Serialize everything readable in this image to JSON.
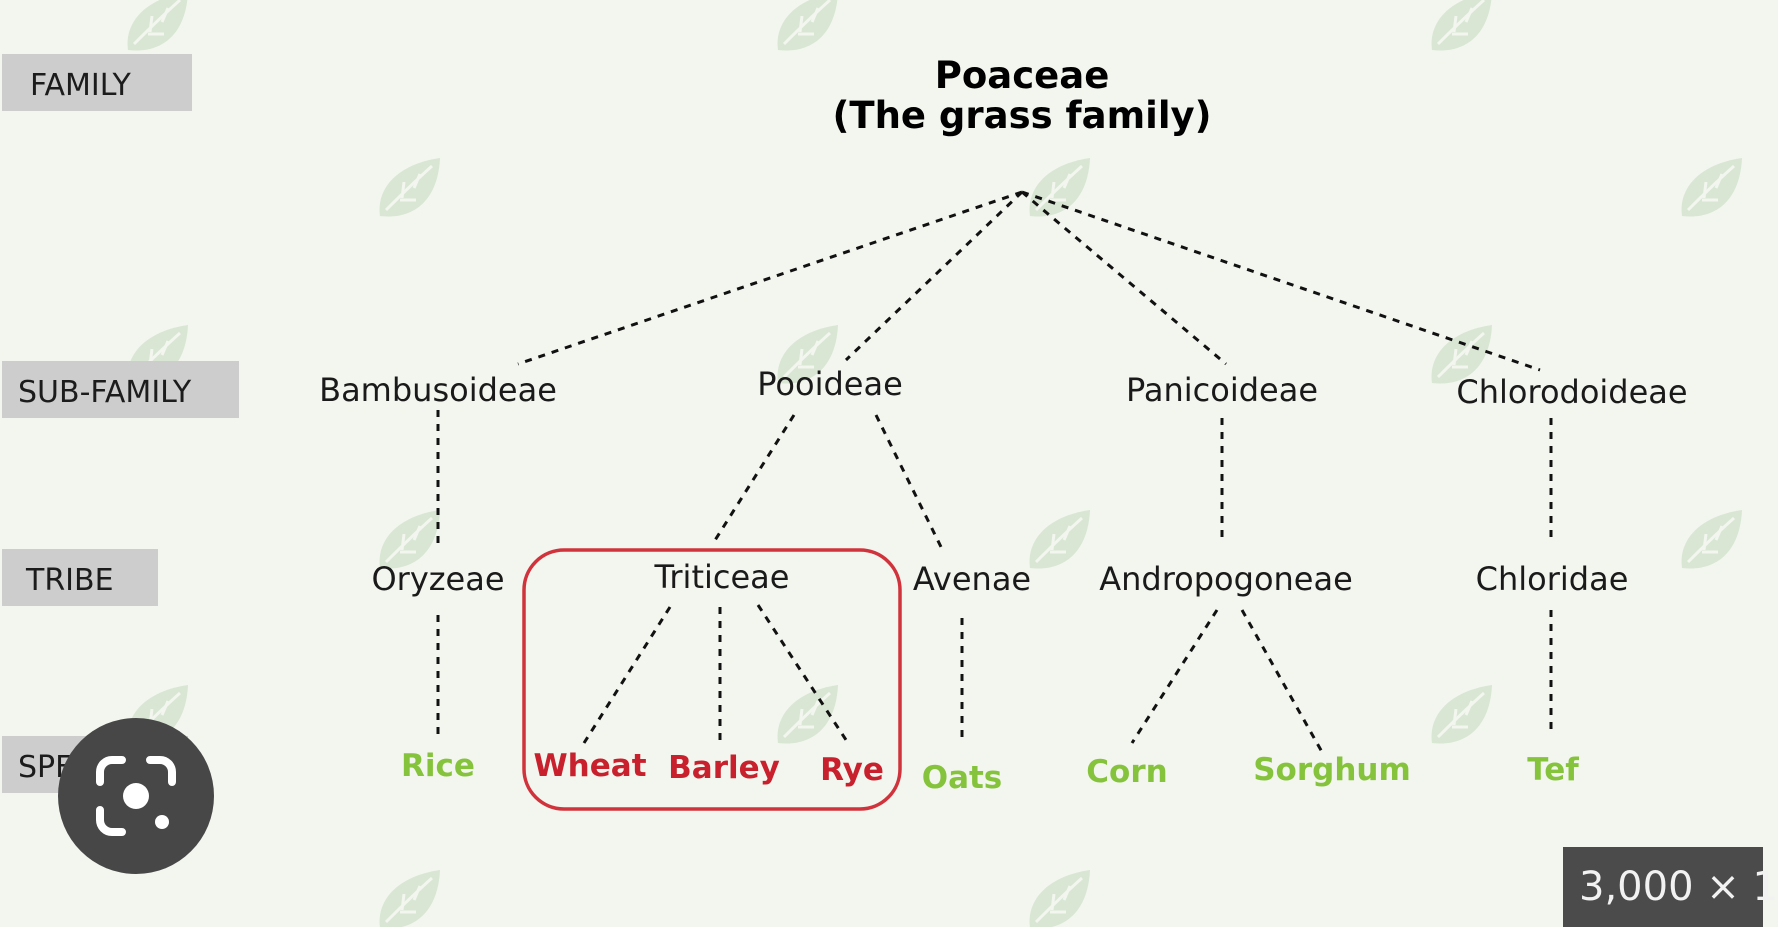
{
  "ranks": {
    "family": "FAMILY",
    "subfamily": "SUB-FAMILY",
    "tribe": "TRIBE",
    "species": "SPECIES"
  },
  "family": {
    "name": "Poaceae",
    "common": "(The grass family)"
  },
  "subfamilies": {
    "bambusoideae": "Bambusoideae",
    "pooideae": "Pooideae",
    "panicoideae": "Panicoideae",
    "chlorodoideae": "Chlorodoideae"
  },
  "tribes": {
    "oryzeae": "Oryzeae",
    "triticeae": "Triticeae",
    "avenae": "Avenae",
    "andropogoneae": "Andropogoneae",
    "chloridae": "Chloridae"
  },
  "species": {
    "rice": "Rice",
    "wheat": "Wheat",
    "barley": "Barley",
    "rye": "Rye",
    "oats": "Oats",
    "corn": "Corn",
    "sorghum": "Sorghum",
    "tef": "Tef"
  },
  "overlay": {
    "lens_icon": "google-lens-icon",
    "image_size": "3,000 × 1"
  },
  "colors": {
    "background": "#f2f6ee",
    "species_green": "#86c33c",
    "highlight_red": "#c8202c",
    "rank_box": "#cdcdcd"
  }
}
